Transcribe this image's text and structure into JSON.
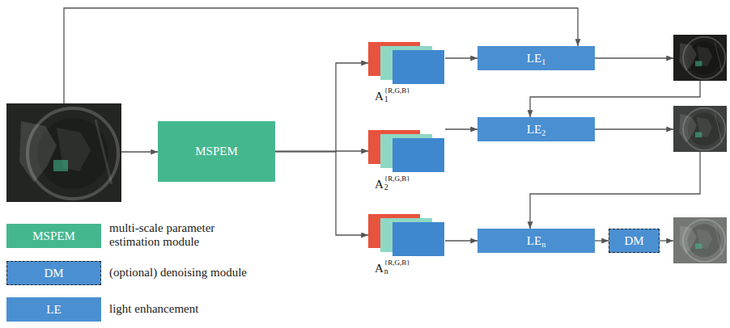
{
  "diagram": {
    "nodes": [
      {
        "text": [
          "MSPEM"
        ]
      },
      {
        "text": [
          "A",
          "1",
          "{R,G,B}"
        ]
      },
      {
        "text": [
          "LE",
          "1"
        ]
      },
      {
        "text": [
          "A",
          "2",
          "{R,G,B}"
        ]
      },
      {
        "text": [
          "LE",
          "2"
        ]
      },
      {
        "text": [
          "A",
          "n",
          "{R,G,B}"
        ]
      },
      {
        "text": [
          "LE",
          "n"
        ]
      },
      {
        "text": [
          "DM"
        ]
      }
    ],
    "edges": [
      {
        "from": 0,
        "to": 1,
        "arrow": "to"
      },
      {
        "from": 0,
        "to": 3,
        "arrow": "to"
      },
      {
        "from": 0,
        "to": 5,
        "arrow": "to"
      },
      {
        "from": 1,
        "to": 2,
        "arrow": "to"
      },
      {
        "from": 3,
        "to": 4,
        "arrow": "to"
      },
      {
        "from": 5,
        "to": 6,
        "arrow": "to"
      },
      {
        "from": 6,
        "to": 7,
        "arrow": "to"
      }
    ],
    "labels": [
      "MSPEM",
      "DM",
      "LE"
    ],
    "legend": [
      {
        "text": "multi-scale parameter estimation module",
        "color": "#45b78f"
      },
      {
        "text": "(optional) denoising module",
        "color": "#4a8fd1"
      },
      {
        "text": "light enhancement",
        "color": "#4a8fd1"
      }
    ]
  }
}
